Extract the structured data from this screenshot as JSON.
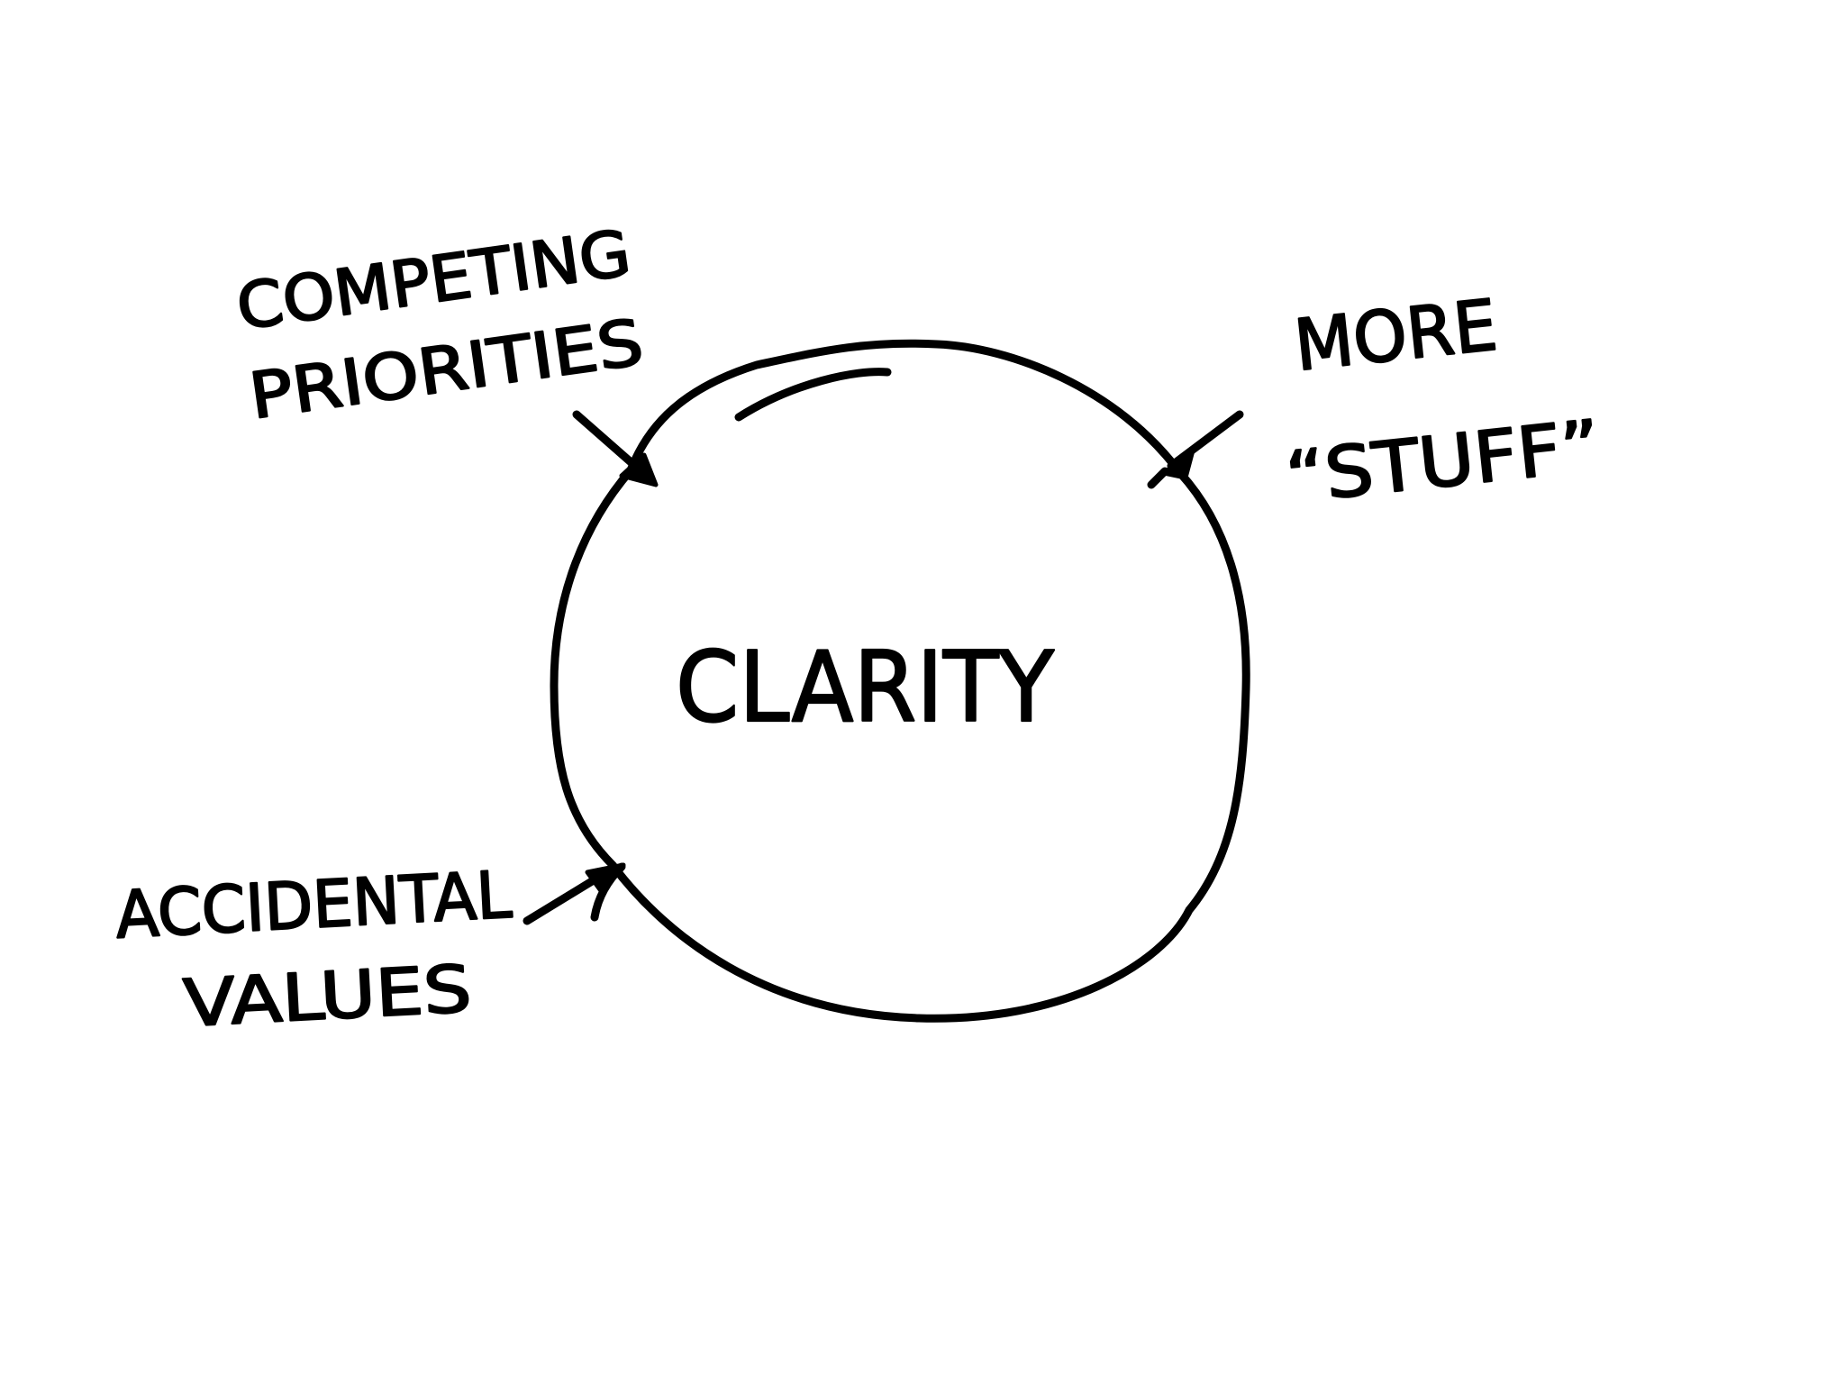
{
  "diagram": {
    "center_label": "CLARITY",
    "pressures": [
      {
        "id": "competing-priorities",
        "lines": [
          "COMPETING",
          "PRIORITIES"
        ]
      },
      {
        "id": "more-stuff",
        "lines": [
          "MORE",
          "“STUFF”"
        ]
      },
      {
        "id": "accidental-values",
        "lines": [
          "ACCIDENTAL",
          "VALUES"
        ]
      }
    ],
    "colors": {
      "ink": "#000000",
      "background": "#ffffff"
    }
  }
}
